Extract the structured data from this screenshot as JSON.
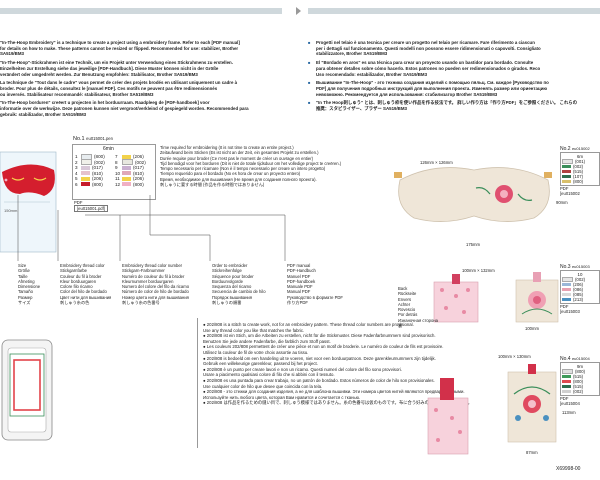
{
  "intro_left": [
    "\"In-The-Hoop Embroidery\" is a technique to create a project using a embroidery frame. Refer to each [PDF manual]",
    "for details on how to make. These patterns cannot be resized or flipped. Recommended for use: stabilizer, Brother",
    "SA519/BM3",
    "\"In-The-Hoop\"-Stickrahmen ist eine Technik, um ein Projekt unter Verwendung eines Stickrahmens zu erstellen.",
    "Einzelheiten zur Erstellung siehe das jeweilige [PDF-Handbuch]. Diese Muster können nicht in der Größe",
    "verändert oder umgedreht werden. Zur Benutzung empfohlen: Stabilisator, Brother SA519/BM3",
    "La technique de \"Tout dans le cadre\" vous permet de créer des projets brodés en utilisant uniquement un cadre à",
    "broder. Pour plus de détails, consultez le [manuel PDF]. Ces motifs ne peuvent pas être redimensionnés",
    "ou inversés. Stabilisateur recommandé: stabilisateur, Brother SA519/BM3",
    "\"In-The-Hoop borduren\" creëert u projecten in het borduurraam. Raadpleeg de [PDF-handboek] voor",
    "informatie over de werkwijze. Deze patronen kunnen niet vergroot/verkleind of gespiegeld worden. Recommended para",
    "gebruik: stabilizador, Brother SA519/BM3"
  ],
  "intro_right": [
    "Progetti nel telaio è una tecnica per creare un progetto nel telaio per ricamare. Fare riferimento a ciascun",
    "per i dettagli sul funzionamento. Questi modelli non possono essere ridimensionati o capovolti. Consigliato",
    "stabilizzatore, Brother SA519/BM3",
    "El \"Bordado en aros\" es una técnica para crear un proyecto usando un bastidor para bordado. Consulte",
    "para obtener detalles sobre cómo hacerlo. Estos patrones no pueden ser redimensionados o girados. Reco",
    "Uso recomendado: estabilizador, Brother SA519/BM3",
    "Вышивание \"In-The-Hoop\" - это техника создания изделий с помощью пяльц. См. каждое [Руководство по",
    "PDF] для получения подробных инструкций для выполнения проекта. Изменять размер или ориентацию",
    "невозможно. Рекомендуется для использования: стабилизатор Brother SA519/BM3",
    "\"In The Hoop刺しゅう\" とは、刺しゅう枠を使い作品を作る技法です。 詳しい作り方は「作り方PDF」をご参照ください。 これらの",
    "推奨：スタビライザー、ブラザー SA519/BM3"
  ],
  "design": {
    "number_label": "No.1",
    "file_name": "eu015001.pen",
    "time_value": "6min",
    "threads": [
      {
        "n": "1",
        "code": "(800)",
        "color": "#e8edf0"
      },
      {
        "n": "2",
        "code": "(002)",
        "color": "#f0f0ea"
      },
      {
        "n": "3",
        "code": "(017)",
        "color": "#d8c8d8"
      },
      {
        "n": "4",
        "code": "(810)",
        "color": "#e6c2cc"
      },
      {
        "n": "5",
        "code": "(206)",
        "color": "#f2d24a"
      },
      {
        "n": "6",
        "code": "(800)",
        "color": "#c61b2b"
      },
      {
        "n": "7",
        "code": "(206)",
        "color": "#f2d24a"
      },
      {
        "n": "8",
        "code": "(002)",
        "color": "#e8e8e0"
      },
      {
        "n": "9",
        "code": "(017)",
        "color": "#c9b0d0"
      },
      {
        "n": "10",
        "code": "(810)",
        "color": "#e0a8b8"
      },
      {
        "n": "11",
        "code": "(206)",
        "color": "#f2d24a"
      },
      {
        "n": "12",
        "code": "(800)",
        "color": "#f0b0c4"
      }
    ],
    "pdf_label": "PDF",
    "pdf_file": "[eu015001.pdf]",
    "size_readout": "150mm"
  },
  "time_legend": [
    "Time required for embroidering (It is not time to create an entire project.)",
    "Zeitaufwand beim Sticken (Es ist nicht an der Zeit, ein gesamtes Projekt zu erstellen.)",
    "Durée requise pour broder (Ce n'est pas le moment de créer un ouvrage en entier)",
    "Tijd benodigd voor het borduren (Dit is niet de totale tijdsduur om het volledige project te creëren.)",
    "Tempo necessario per ricamare (Non è il tempo necessario per creare un intero progetto)",
    "Tiempo requerido para el bordado (No es hora de crear un proyecto entero)",
    "Время, необходимое для вышивания (Не время для создания полного проекта).",
    "刺しゅうに要する時間 (作品を作る時間ではありません)"
  ],
  "size_column": [
    "Size",
    "Größe",
    "Taille",
    "Afmeting",
    "Dimensione",
    "Tamaño",
    "Размер",
    "サイズ"
  ],
  "embroidery_thread_column": [
    "Embroidery thread color",
    "Stickgarnfarbe",
    "Couleur du fil à broder",
    "Kleur borduurgaren",
    "Colore filo ricamo",
    "Color del hilo de bordado",
    "Цвет нити для вышивания",
    "刺しゅう糸の色"
  ],
  "thread_number_column": [
    "Embroidery thread color number",
    "Stickgarn-Farbnummer",
    "Numéro de couleur du fil à broder",
    "Kleurnummer borduurgaren",
    "Numero del colore del filo da ricamo",
    "Número de color de hilo de bordado",
    "Номер цвета нити для вышивания",
    "刺しゅう糸の色番号"
  ],
  "order_column": [
    "Order to embroider",
    "Stickreihenfolge",
    "Séquence pour broder",
    "Borduurvolgorde",
    "Sequenza del ricamo",
    "Secuencia de cambio de hilo",
    "Порядок вышивания",
    "刺しゅうの順番"
  ],
  "pdf_column": [
    "PDF manual",
    "PDF-Handbuch",
    "Manuel PDF",
    "PDF-handboek",
    "Manuale PDF",
    "Manual PDF",
    "Руководство в формате PDF",
    "作り方PDF"
  ],
  "notes": [
    "● 202/808 is a stitch to create work, not for an embroidery pattern. These thread color numbers are provisional.",
    "   Use any thread color you like that matches the fabric.",
    "● 202/808 ist ein Stich, um die Arbeiten zu erstellen, nicht für die Stickmuster. Diese Fadenfarbnummern sind provisorisch.",
    "   Benutzen Sie jede andere Fadenfarbe, die farblich zum Stoff passt.",
    "● Les couleurs 202/808 permettent de créer une pièce et non un motif de broderie. Le numéro de couleur de fils est provisoire.",
    "   Utilisez la couleur de fil de votre choix assortie au tissu.",
    "● 202/808 is bedoeld om een handeling uit te voeren, niet voor een borduurpatroon. Deze garenkleurnummers zijn tijdelijk.",
    "   Gebruik een willekeurige garenkleur, passend bij het project.",
    "● 202/808 è un punto per creare lavori e non un ricamo. Questi numeri del colore del filo sono provvisori.",
    "   Usare a piacimento qualsiasi colore di filo che si abbini con il tessuto.",
    "● 202/808 es una puntada para crear trabajo, no un patrón de bordado. Estos números de color de hilo son provisionales.",
    "   Use cualquier color de hilo que desee que coincida con la tela.",
    "● 202/808 - это стежки для создания изделия, а не для шаблона вышивки. Эти номера цветов нитей являются предварительными.",
    "   Используйте нить любого цвета, которая Вам нравится и сочетается с тканью.",
    "● 202/808 は作品を作るための縫い目で、刺しゅう模様ではありません。糸の色番号は仮のものです。布に合う好みの色をお使いください。"
  ],
  "back_labels": [
    "Back",
    "Rückseite",
    "Envers",
    "Achter",
    "Rovescio",
    "Por detrás",
    "Изнаночная сторона",
    "裏"
  ],
  "right_panels": [
    {
      "number": "No.2",
      "file": "eu015002",
      "time": "6m",
      "codes": [
        "(001)",
        "(002)",
        "(515)",
        "(107)",
        "(800)"
      ],
      "colors": [
        "#e6e6e6",
        "#3a8e5a",
        "#b04040",
        "#2f6f4f",
        "#d9c06a"
      ],
      "pdf": "PDF",
      "pdf_file": "[eu015002"
    },
    {
      "number": "No.3",
      "file": "eu015003",
      "time": "10",
      "codes": [
        "(002)",
        "(206)",
        "(086)",
        "(085)",
        "(213)"
      ],
      "colors": [
        "#e6e6e6",
        "#9ab7d8",
        "#e8a0b0",
        "#d8d8d8",
        "#4a90c0"
      ],
      "pdf": "PDF",
      "pdf_file": "[eu015003"
    },
    {
      "number": "No.4",
      "file": "eu015004",
      "time": "9m",
      "codes": [
        "(800)",
        "(515)",
        "(800)",
        "(515)",
        "(002)"
      ],
      "colors": [
        "#e0e0e0",
        "#3e9a5a",
        "#e04a50",
        "#2f6f4f",
        "#d0d0d0"
      ],
      "pdf": "PDF",
      "pdf_file": "[eu015004"
    }
  ],
  "dims": {
    "mask_w": "175mm",
    "mask_h": "90mm",
    "mask_hoop": "126mm × 126mm",
    "pouch_hoop": "100mm × 132mm",
    "pouch_w": "100mm",
    "pouch_h": "100mm",
    "pouch2_w": "123mm",
    "pouch2_h": "113mm",
    "pouch3_hoop": "100mm × 130mm",
    "pouch3_w": "87mm"
  },
  "footer_code": "X69998-00"
}
